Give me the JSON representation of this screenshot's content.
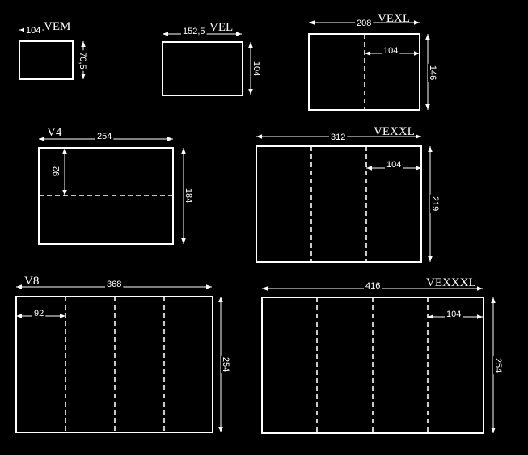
{
  "formats": {
    "vem": {
      "title": "VEM",
      "width_label": "104",
      "height_label": "70,5"
    },
    "vel": {
      "title": "VEL",
      "width_label": "152,5",
      "height_label": "104"
    },
    "vexl": {
      "title": "VEXL",
      "width_label": "208",
      "height_label": "146",
      "panel_label": "104"
    },
    "v4": {
      "title": "V4",
      "width_label": "254",
      "height_label": "184",
      "panel_label": "92"
    },
    "vexxl": {
      "title": "VEXXL",
      "width_label": "312",
      "height_label": "219",
      "panel_label": "104"
    },
    "v8": {
      "title": "V8",
      "width_label": "368",
      "panel_label": "92"
    },
    "vexxxl": {
      "title": "VEXXXL",
      "width_label": "416",
      "height_label": "254",
      "panel_label": "104"
    }
  },
  "v8_height_label": "254"
}
